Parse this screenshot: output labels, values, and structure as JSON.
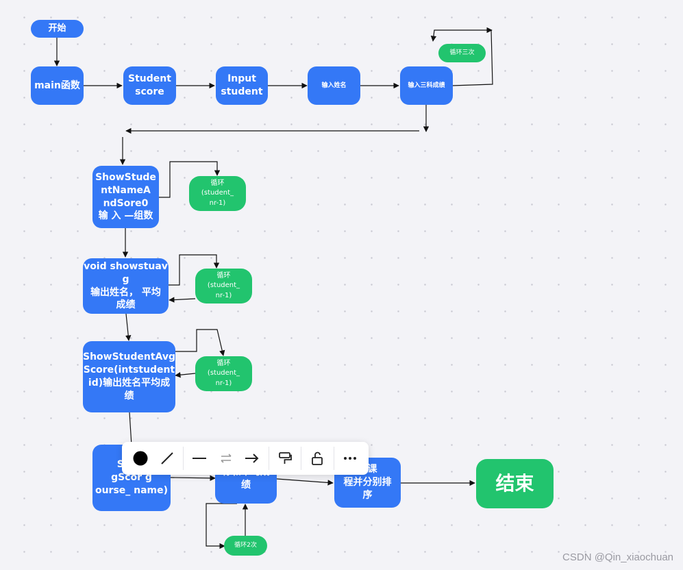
{
  "nodes": {
    "start": "开始",
    "main": "main函数",
    "student_score": "Student\nscore",
    "input_student": "Input\nstudent",
    "input_name": "输入姓名",
    "input_scores": "输入三科成绩",
    "loop_three": "循环三次",
    "show_name_score": "ShowStude\nntNameA\nndSore0\n输 入 —组数",
    "loop1": "循环\n(student_\nnr-1)",
    "showstuavg": "void showstuavg\n输出姓名， 平均\n成绩",
    "loop2": "循环\n(student_\nnr-1)",
    "show_avg_score": "ShowStudentAvg\nScore(intstudent\nid)输出姓名平均成\n绩",
    "loop3": "循环\n(student_\nnr-1)",
    "show_course": "Show\ngScor g\nourse_ name)",
    "course_name_avg": "称和平均成\n绩",
    "sort_courses": "门课\n程并分别排\n序",
    "loop_twice": "循环2次",
    "end": "结束"
  },
  "toolbar": {
    "items": [
      "fill-color",
      "line-style",
      "line-solid",
      "connector-style",
      "arrow-style",
      "format-painter",
      "lock",
      "more"
    ]
  },
  "colors": {
    "process": "#3478f6",
    "terminal_loop": "#22c46e",
    "line": "#111111"
  },
  "watermark": "CSDN @Qin_xiaochuan"
}
